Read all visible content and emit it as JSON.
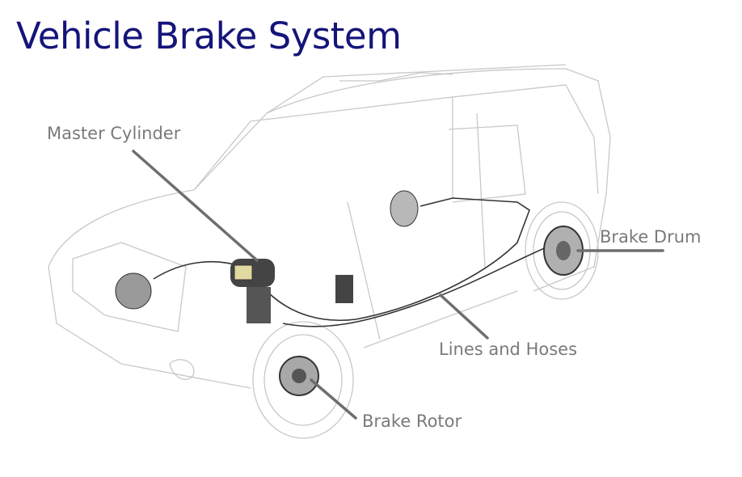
{
  "title": "Vehicle Brake System",
  "labels": {
    "master_cylinder": "Master Cylinder",
    "brake_drum": "Brake Drum",
    "lines_and_hoses": "Lines and Hoses",
    "brake_rotor": "Brake Rotor"
  },
  "colors": {
    "title": "#14147a",
    "label": "#7a7a7a",
    "leader": "#6e6e6e"
  }
}
